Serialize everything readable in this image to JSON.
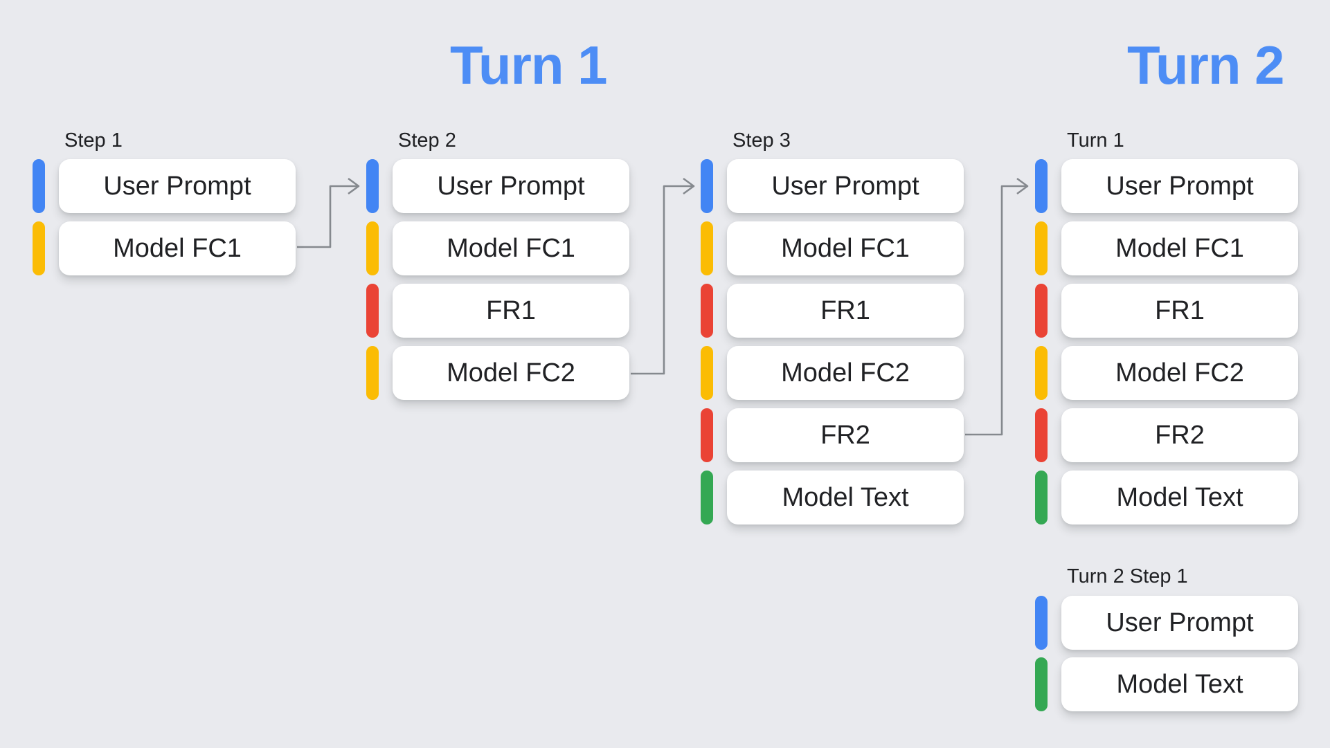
{
  "titles": {
    "turn1": "Turn 1",
    "turn2": "Turn 2"
  },
  "colors": {
    "title_blue": "#4D8DF5",
    "user_prompt": "#4285F4",
    "model_fc": "#FBBC04",
    "function_response": "#EA4335",
    "model_text": "#34A853",
    "card_background": "#FFFFFF",
    "page_background": "#E9EAEE",
    "arrow_gray": "#85898E",
    "text_dark": "#202124"
  },
  "columns": [
    {
      "label": "Step 1",
      "cards": [
        {
          "text": "User Prompt",
          "color": "user_prompt"
        },
        {
          "text": "Model FC1",
          "color": "model_fc"
        }
      ]
    },
    {
      "label": "Step 2",
      "cards": [
        {
          "text": "User Prompt",
          "color": "user_prompt"
        },
        {
          "text": "Model FC1",
          "color": "model_fc"
        },
        {
          "text": "FR1",
          "color": "function_response"
        },
        {
          "text": "Model FC2",
          "color": "model_fc"
        }
      ]
    },
    {
      "label": "Step 3",
      "cards": [
        {
          "text": "User Prompt",
          "color": "user_prompt"
        },
        {
          "text": "Model FC1",
          "color": "model_fc"
        },
        {
          "text": "FR1",
          "color": "function_response"
        },
        {
          "text": "Model FC2",
          "color": "model_fc"
        },
        {
          "text": "FR2",
          "color": "function_response"
        },
        {
          "text": "Model Text",
          "color": "model_text"
        }
      ]
    },
    {
      "label": "Turn 1",
      "cards": [
        {
          "text": "User Prompt",
          "color": "user_prompt"
        },
        {
          "text": "Model FC1",
          "color": "model_fc"
        },
        {
          "text": "FR1",
          "color": "function_response"
        },
        {
          "text": "Model FC2",
          "color": "model_fc"
        },
        {
          "text": "FR2",
          "color": "function_response"
        },
        {
          "text": "Model Text",
          "color": "model_text"
        }
      ]
    },
    {
      "label": "Turn 2 Step 1",
      "cards": [
        {
          "text": "User Prompt",
          "color": "user_prompt"
        },
        {
          "text": "Model Text",
          "color": "model_text"
        }
      ]
    }
  ],
  "arrows": [
    {
      "from": "Step 1 / Model FC1",
      "to": "Step 2 / User Prompt"
    },
    {
      "from": "Step 2 / Model FC2",
      "to": "Step 3 / User Prompt"
    },
    {
      "from": "Step 3 / FR2",
      "to": "Turn 1 / User Prompt"
    }
  ]
}
